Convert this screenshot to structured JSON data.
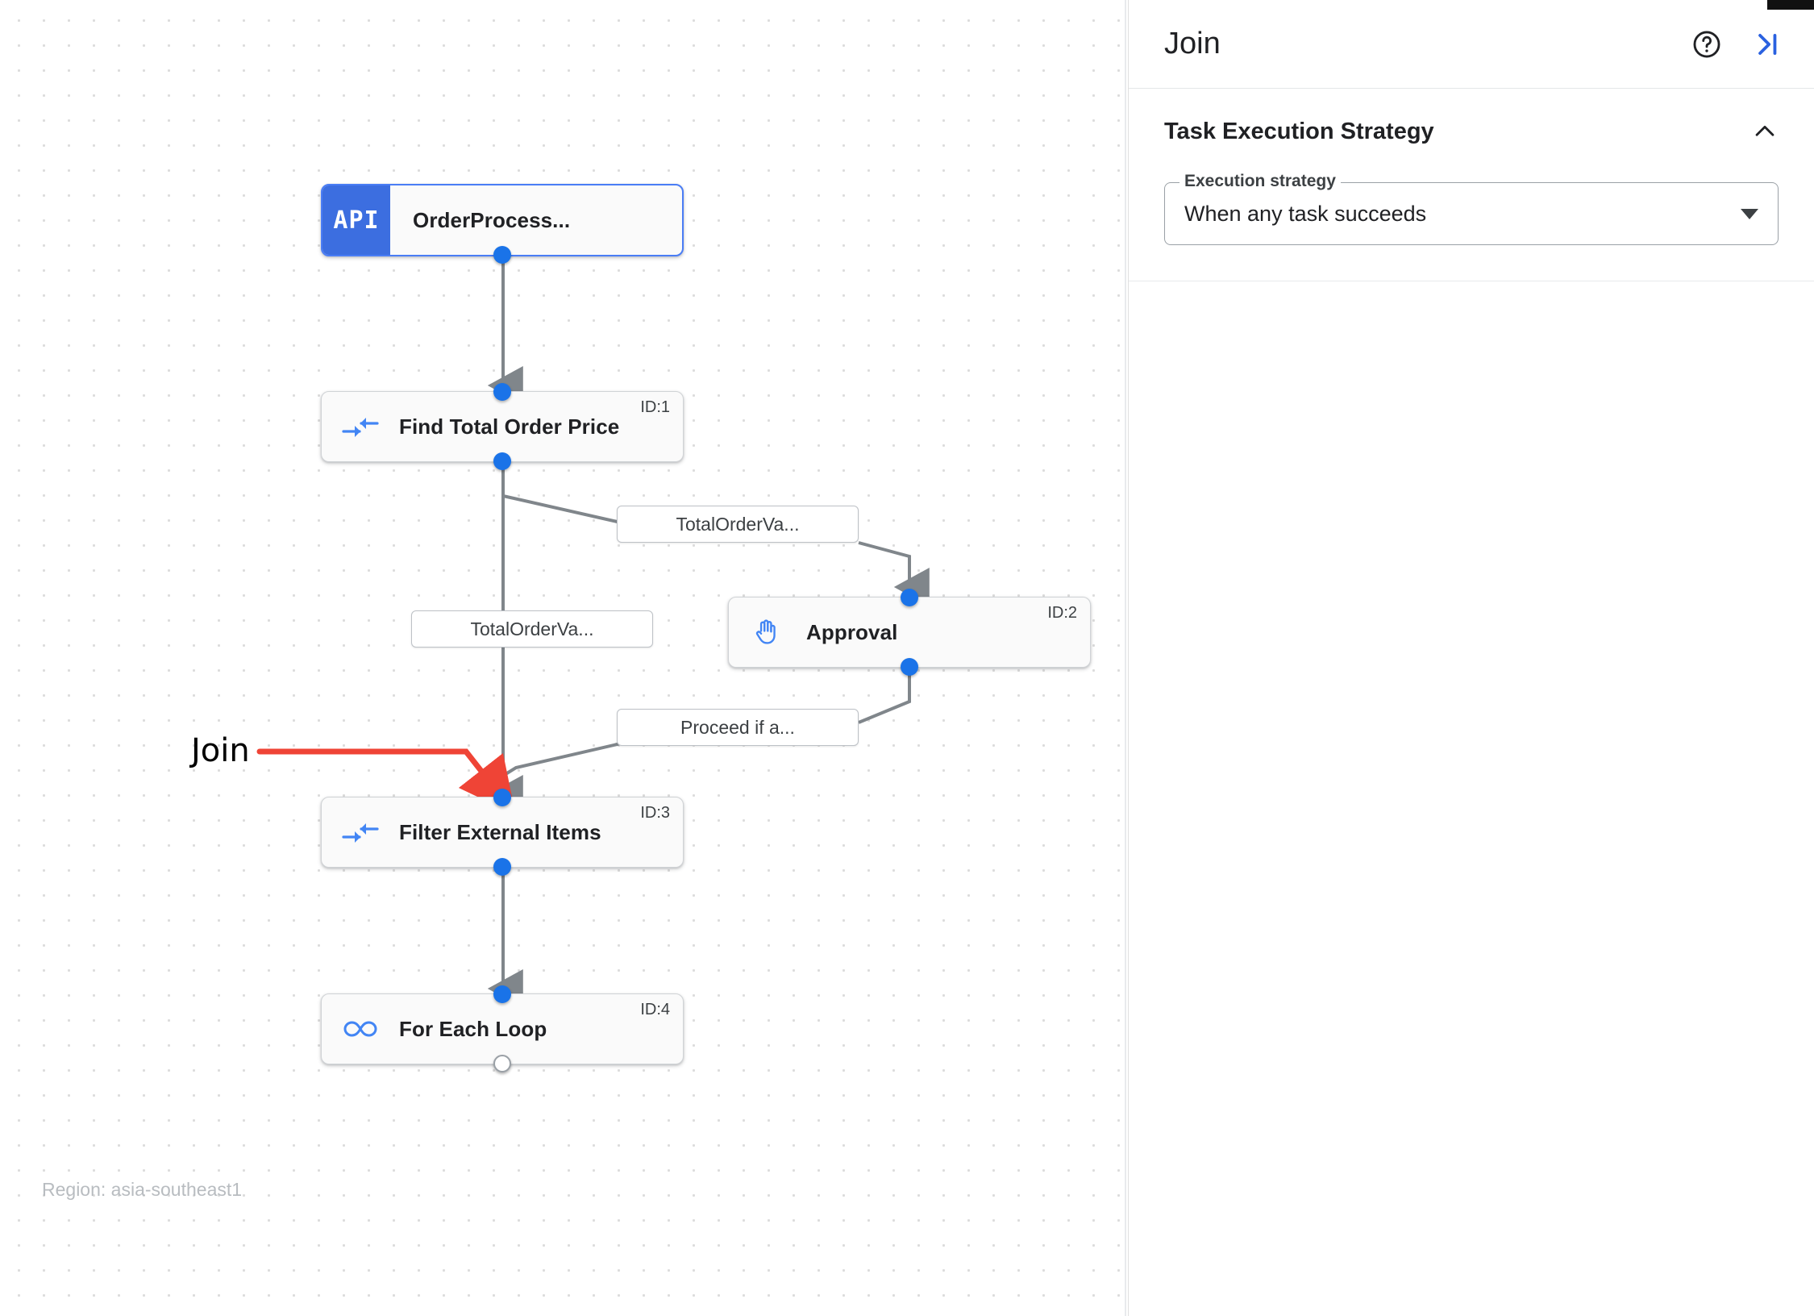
{
  "canvas": {
    "region_label": "Region: asia-southeast1",
    "annotation": {
      "label": "Join",
      "color": "#ef4436"
    },
    "nodes": [
      {
        "id": "api",
        "badge": "API",
        "title": "OrderProcess...",
        "id_label": "",
        "icon": "api-badge",
        "selected": true
      },
      {
        "id": "find-total-order-price",
        "badge": "",
        "title": "Find Total Order Price",
        "id_label": "ID:1",
        "icon": "merge-arrows-icon",
        "selected": false
      },
      {
        "id": "approval",
        "badge": "",
        "title": "Approval",
        "id_label": "ID:2",
        "icon": "hand-icon",
        "selected": false
      },
      {
        "id": "filter-external-items",
        "badge": "",
        "title": "Filter External Items",
        "id_label": "ID:3",
        "icon": "merge-arrows-icon",
        "selected": false
      },
      {
        "id": "for-each-loop",
        "badge": "",
        "title": "For Each Loop",
        "id_label": "ID:4",
        "icon": "infinity-icon",
        "selected": false
      }
    ],
    "edge_labels": [
      {
        "id": "edge-label-1",
        "text": "TotalOrderVa..."
      },
      {
        "id": "edge-label-2",
        "text": "TotalOrderVa..."
      },
      {
        "id": "edge-label-3",
        "text": "Proceed if a..."
      }
    ],
    "colors": {
      "port": "#1a73e8",
      "edge": "#80868b",
      "api_badge": "#3c6ee0",
      "node_icon": "#4285f4"
    }
  },
  "panel": {
    "title": "Join",
    "help_icon": "help-circle-icon",
    "collapse_icon": "collapse-panel-icon",
    "section": {
      "title": "Task Execution Strategy",
      "collapse_icon": "chevron-up-icon",
      "field": {
        "legend": "Execution strategy",
        "value": "When any task succeeds",
        "caret_icon": "caret-down-icon"
      }
    }
  }
}
